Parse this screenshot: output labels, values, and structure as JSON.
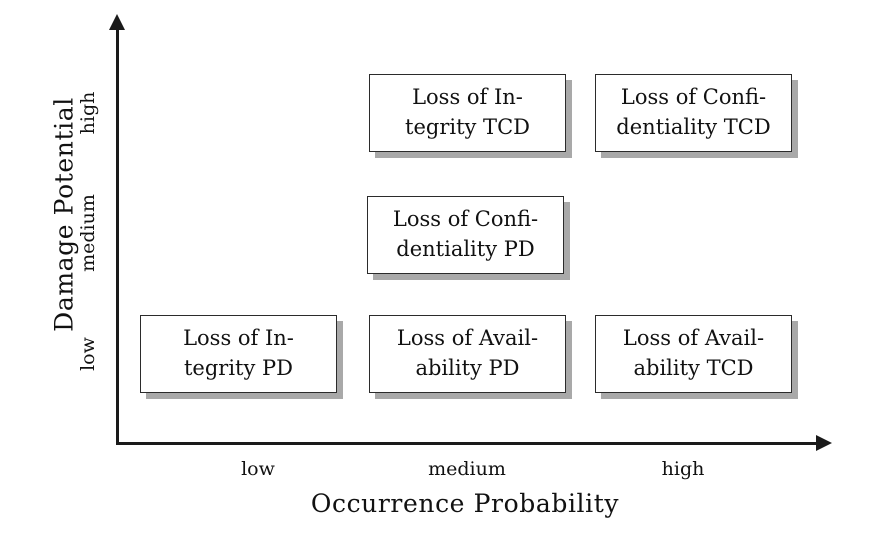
{
  "chart_data": {
    "type": "table",
    "title": "",
    "xlabel": "Occurrence Probability",
    "ylabel": "Damage Potential",
    "x_categories": [
      "low",
      "medium",
      "high"
    ],
    "y_categories": [
      "low",
      "medium",
      "high"
    ],
    "grid": false,
    "legend": "none",
    "cells": [
      {
        "x": "medium",
        "y": "high",
        "label": "Loss of In-\ntegrity TCD"
      },
      {
        "x": "high",
        "y": "high",
        "label": "Loss of Confi-\ndentiality TCD"
      },
      {
        "x": "medium",
        "y": "medium",
        "label": "Loss of Confi-\ndentiality PD"
      },
      {
        "x": "low",
        "y": "low",
        "label": "Loss of In-\ntegrity PD"
      },
      {
        "x": "medium",
        "y": "low",
        "label": "Loss of Avail-\nability PD"
      },
      {
        "x": "high",
        "y": "low",
        "label": "Loss of Avail-\nability TCD"
      }
    ]
  },
  "axes": {
    "y_title": "Damage Potential",
    "x_title": "Occurrence Probability",
    "y_ticks": {
      "high": "high",
      "medium": "medium",
      "low": "low"
    },
    "x_ticks": {
      "low": "low",
      "medium": "medium",
      "high": "high"
    }
  },
  "boxes": {
    "high_medium": {
      "text": "Loss of In-\ntegrity TCD"
    },
    "high_high": {
      "text": "Loss of Confi-\ndentiality TCD"
    },
    "medium_medium": {
      "text": "Loss of Confi-\ndentiality PD"
    },
    "low_low": {
      "text": "Loss of In-\ntegrity PD"
    },
    "low_medium": {
      "text": "Loss of Avail-\nability PD"
    },
    "low_high": {
      "text": "Loss of Avail-\nability TCD"
    }
  },
  "colors": {
    "axis": "#1a1a1a",
    "box_border": "#2b2b2b",
    "box_fill": "#ffffff",
    "box_shadow": "#a9a9a9",
    "text": "#111111",
    "background": "#ffffff"
  }
}
